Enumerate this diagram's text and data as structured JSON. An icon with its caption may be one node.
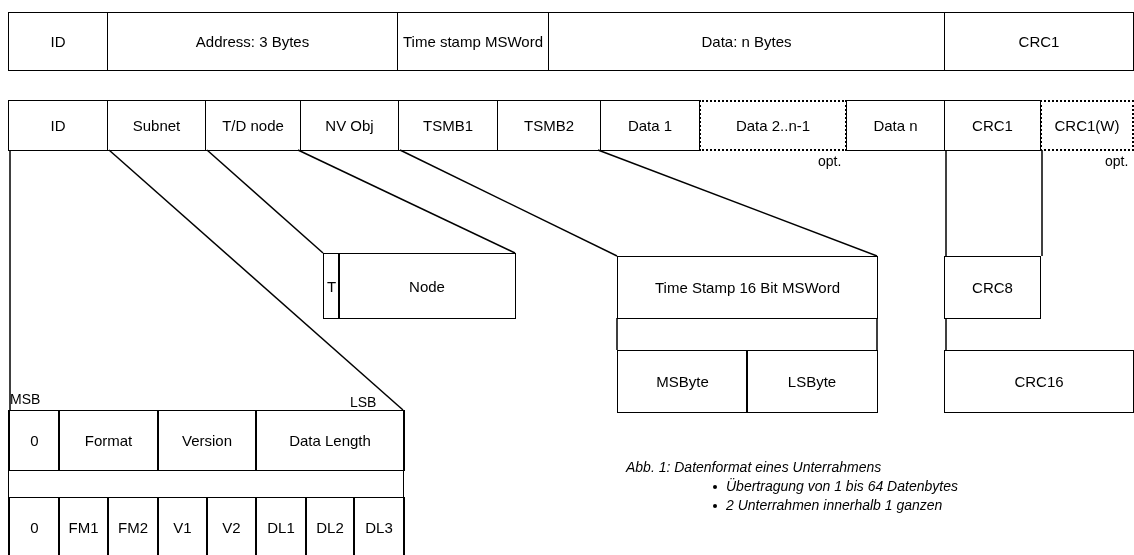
{
  "diagram": {
    "caption": "Abb. 1: Datenformat eines Unterrahmens",
    "nodes": [
      {
        "text": [
          "ID"
        ]
      },
      {
        "text": [
          "Address: 3 Bytes"
        ]
      },
      {
        "text": [
          "Time stamp MSWord"
        ]
      },
      {
        "text": [
          "Data: n Bytes"
        ]
      },
      {
        "text": [
          "CRC1"
        ]
      },
      {
        "text": [
          "ID"
        ]
      },
      {
        "text": [
          "Subnet"
        ]
      },
      {
        "text": [
          "T/D node"
        ]
      },
      {
        "text": [
          "NV Obj"
        ]
      },
      {
        "text": [
          "TSMB1"
        ]
      },
      {
        "text": [
          "TSMB2"
        ]
      },
      {
        "text": [
          "Data 1"
        ]
      },
      {
        "text": [
          "Data 2..n-1"
        ],
        "beside": [
          "opt."
        ]
      },
      {
        "text": [
          "Data n"
        ]
      },
      {
        "text": [
          "CRC1"
        ]
      },
      {
        "text": [
          "CRC1(W)"
        ],
        "beside": [
          "opt."
        ]
      },
      {
        "text": [
          "T"
        ]
      },
      {
        "text": [
          "Node"
        ]
      },
      {
        "text": [
          "Time Stamp 16 Bit MSWord"
        ]
      },
      {
        "text": [
          "MSByte"
        ]
      },
      {
        "text": [
          "LSByte"
        ]
      },
      {
        "text": [
          "CRC8"
        ]
      },
      {
        "text": [
          "CRC16"
        ]
      },
      {
        "text": [],
        "shape": "box"
      },
      {
        "text": [
          "0"
        ],
        "in": 23
      },
      {
        "text": [
          "Format"
        ],
        "in": 23
      },
      {
        "text": [
          "Version"
        ],
        "in": 23
      },
      {
        "text": [
          "Data Length"
        ],
        "in": 23
      },
      {
        "text": [
          "0"
        ],
        "in": 23
      },
      {
        "text": [
          "FM1"
        ],
        "in": 23
      },
      {
        "text": [
          "FM2"
        ],
        "in": 23
      },
      {
        "text": [
          "V1"
        ],
        "in": 23
      },
      {
        "text": [
          "V2"
        ],
        "in": 23
      },
      {
        "text": [
          "DL1"
        ],
        "in": 23
      },
      {
        "text": [
          "DL2"
        ],
        "in": 23
      },
      {
        "text": [
          "DL3"
        ],
        "in": 23
      }
    ],
    "edges": [
      {
        "from": 5,
        "to": 23,
        "arrow": "none"
      },
      {
        "from": 6,
        "to": 23,
        "arrow": "none"
      },
      {
        "from": 7,
        "to": 16,
        "arrow": "none"
      },
      {
        "from": 7,
        "to": 17,
        "arrow": "none"
      },
      {
        "from": 9,
        "to": 18,
        "arrow": "none"
      },
      {
        "from": 10,
        "to": 18,
        "arrow": "none"
      },
      {
        "from": 14,
        "to": 21,
        "arrow": "none"
      },
      {
        "from": 15,
        "to": 21,
        "arrow": "none"
      },
      {
        "from": 21,
        "to": 22,
        "arrow": "none"
      }
    ],
    "labels": [
      "MSB",
      "LSB",
      "Übertragung von 1 bis 64 Datenbytes",
      "2 Unterrahmen innerhalb 1 ganzen"
    ]
  }
}
